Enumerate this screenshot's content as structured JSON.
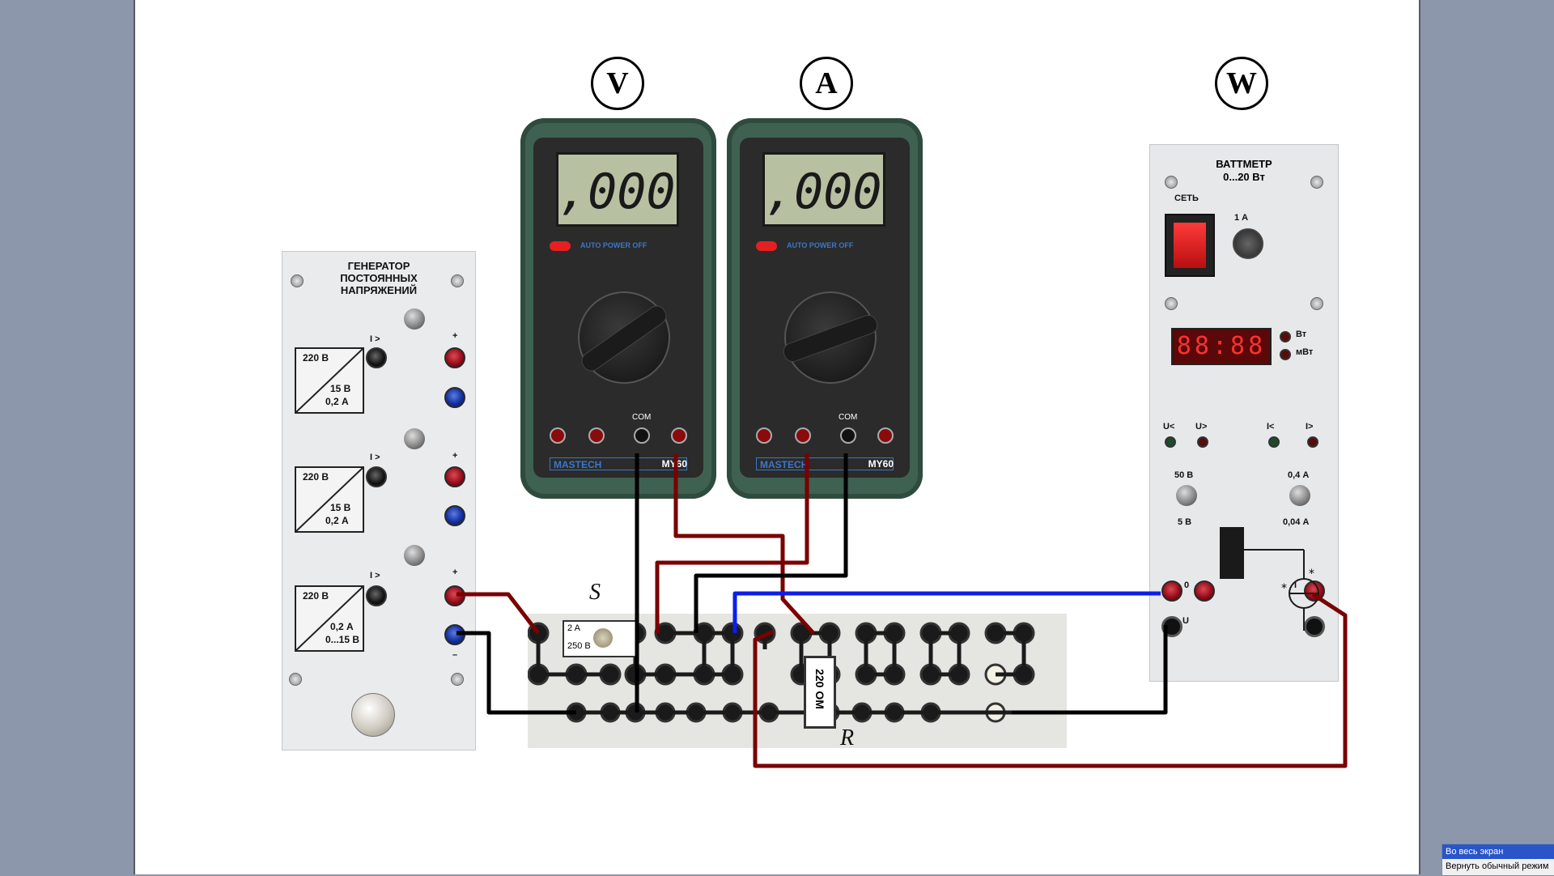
{
  "labels": {
    "voltmeter": "V",
    "ammeter": "A",
    "wattmeter": "W",
    "switch": "S",
    "resistor": "R"
  },
  "generator": {
    "title": "ГЕНЕРАТОР ПОСТОЯННЫХ НАПРЯЖЕНИЙ",
    "block1": {
      "input": "220 В",
      "out1": "15 В",
      "out2": "0,2 А"
    },
    "block2": {
      "input": "220 В",
      "out1": "15 В",
      "out2": "0,2 А"
    },
    "block3": {
      "input": "220 В",
      "out1": "0,2 А",
      "out2": "0...15 В"
    },
    "overcurrent": "I >",
    "plus": "+",
    "minus": "–"
  },
  "multimeter_v": {
    "display": ",000",
    "brand": "MASTECH",
    "model": "MY60",
    "auto_off": "AUTO POWER OFF",
    "com": "COM"
  },
  "multimeter_a": {
    "display": ",000",
    "brand": "MASTECH",
    "model": "MY60",
    "auto_off": "AUTO POWER OFF",
    "com": "COM"
  },
  "board": {
    "switch_current": "2 A",
    "switch_voltage": "250 В",
    "resistor_value": "220 ОМ"
  },
  "wattmeter_panel": {
    "title_line1": "ВАТТМЕТР",
    "title_line2": "0...20 Вт",
    "power": "СЕТЬ",
    "fuse": "1 А",
    "unit_w": "Вт",
    "unit_mw": "мВт",
    "display": "88:88",
    "u_low": "U<",
    "u_high": "U>",
    "i_low": "I<",
    "i_high": "I>",
    "range_u_high": "50 В",
    "range_u_low": "5 В",
    "range_i_high": "0,4 А",
    "range_i_low": "0,04 А",
    "term_zero": "0",
    "term_i": "I",
    "term_u": "U"
  },
  "context_menu": {
    "item1": "Во весь экран",
    "item2": "Вернуть обычный режим"
  },
  "colors": {
    "wire_red": "#7a0000",
    "wire_black": "#000000",
    "wire_blue": "#0b1ee8",
    "background": "#8d97ab"
  }
}
